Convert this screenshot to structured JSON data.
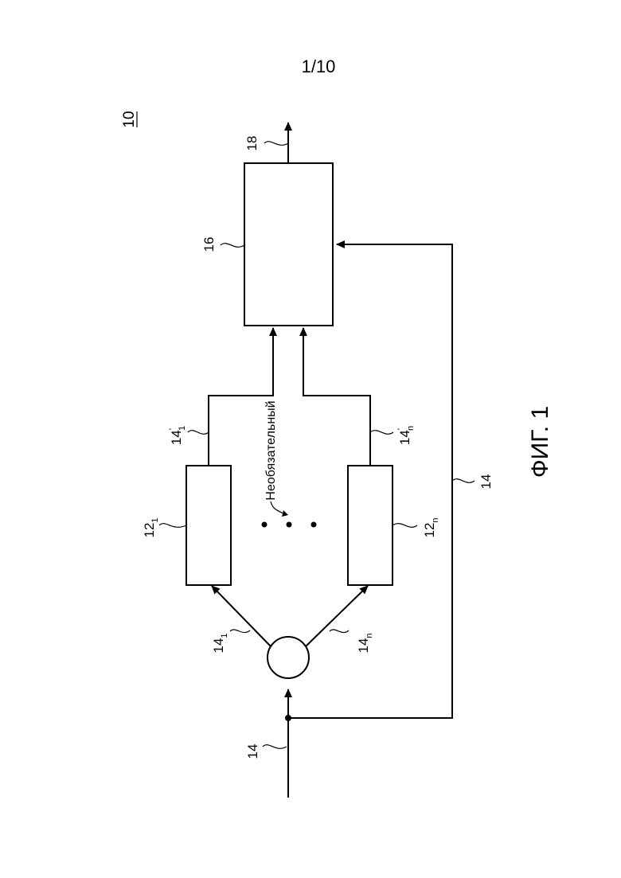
{
  "page": {
    "number": "1/10"
  },
  "figure": {
    "ref": "10",
    "caption": "ФИГ. 1",
    "labels": {
      "input": "14",
      "branch_first": "14",
      "branch_first_sub": "1",
      "branch_last": "14",
      "branch_last_sub": "n",
      "block_first": "12",
      "block_first_sub": "1",
      "block_last": "12",
      "block_last_sub": "n",
      "out_first": "14",
      "out_first_sup": "'",
      "out_first_sub": "1",
      "out_last": "14",
      "out_last_sup": "'",
      "out_last_sub": "n",
      "feedback": "14",
      "combiner": "16",
      "output": "18",
      "optional": "Необязательный",
      "ellipsis": "• • •"
    }
  }
}
